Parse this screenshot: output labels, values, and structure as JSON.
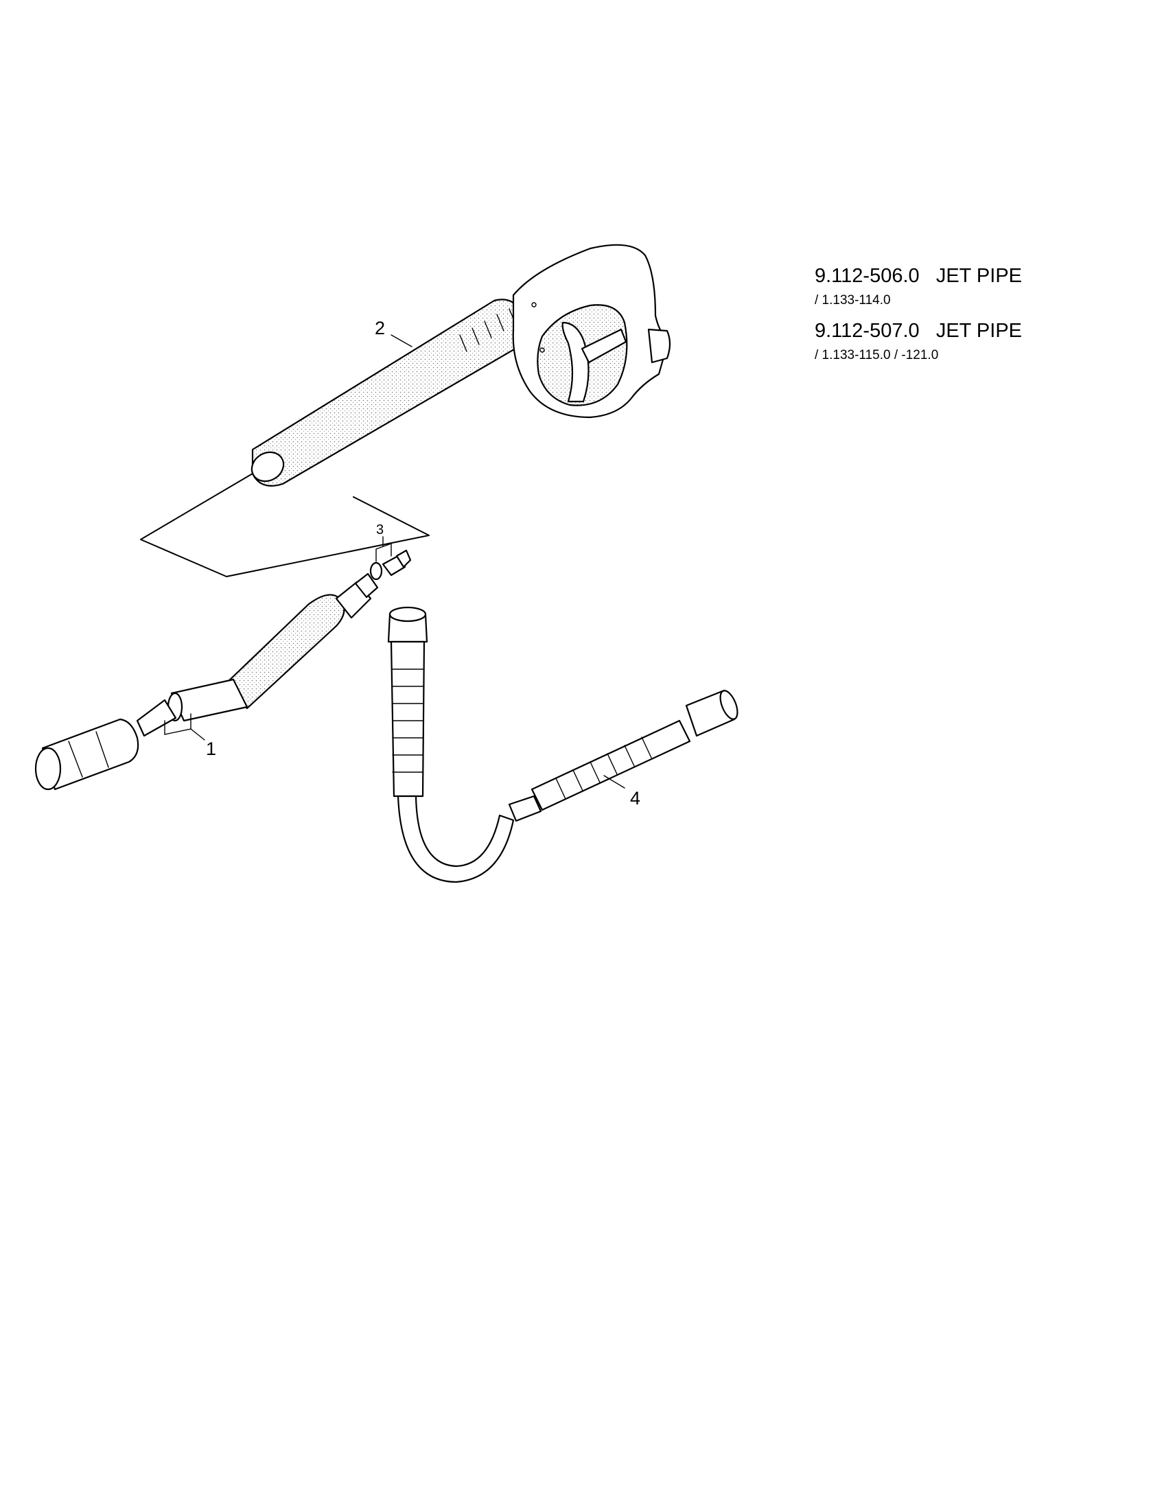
{
  "parts_list": [
    {
      "number": "9.112-506.0",
      "name": "JET PIPE",
      "applies_to": "/ 1.133-114.0"
    },
    {
      "number": "9.112-507.0",
      "name": "JET PIPE",
      "applies_to": "/ 1.133-115.0 / -121.0"
    }
  ],
  "callouts": [
    "1",
    "2",
    "3",
    "4"
  ],
  "items": {
    "item1": "spray-lance-with-nozzle",
    "item2": "trigger-gun",
    "item3": "nozzle-insert-with-o-ring",
    "item4": "high-pressure-hose-connector"
  }
}
